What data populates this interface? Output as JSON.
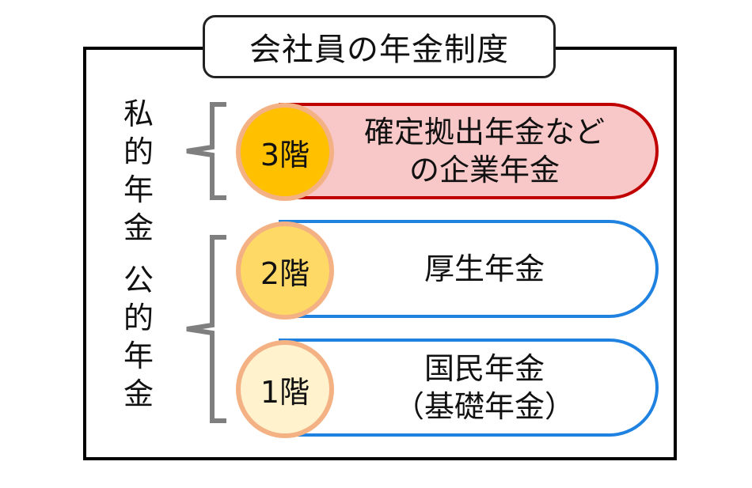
{
  "title": "会社員の年金制度",
  "side_labels": {
    "private": [
      "私",
      "的",
      "年",
      "金"
    ],
    "public": [
      "公",
      "的",
      "年",
      "金"
    ]
  },
  "tiers": [
    {
      "badge": "3階",
      "text": "確定拠出年金など\nの企業年金",
      "badge_color": "#ffc000",
      "badge_border": "#f4b183",
      "fill": "#f8c8c8",
      "border": "#c00000"
    },
    {
      "badge": "2階",
      "text": "厚生年金",
      "badge_color": "#ffd966",
      "badge_border": "#f4b183",
      "fill": "#ffffff",
      "border": "#1f82e0"
    },
    {
      "badge": "1階",
      "text": "国民年金\n（基礎年金）",
      "badge_color": "#fff2cc",
      "badge_border": "#f4b183",
      "fill": "#ffffff",
      "border": "#1f82e0"
    }
  ],
  "colors": {
    "frame": "#000000",
    "bracket": "#7f7f7f"
  }
}
